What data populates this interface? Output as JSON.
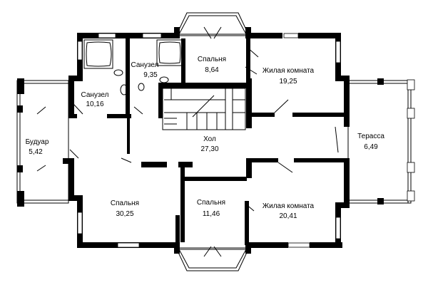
{
  "rooms": [
    {
      "id": "sanuzel-left",
      "name": "Санузел",
      "area": "10,16"
    },
    {
      "id": "sanuzel-mid",
      "name": "Санузел",
      "area": "9,35"
    },
    {
      "id": "bedroom-top",
      "name": "Спальня",
      "area": "8,64"
    },
    {
      "id": "living-top",
      "name": "Жилая комната",
      "area": "19,25"
    },
    {
      "id": "boudoir",
      "name": "Будуар",
      "area": "5,42"
    },
    {
      "id": "hall",
      "name": "Хол",
      "area": "27,30"
    },
    {
      "id": "terrace",
      "name": "Терасса",
      "area": "6,49"
    },
    {
      "id": "bedroom-big",
      "name": "Спальня",
      "area": "30,25"
    },
    {
      "id": "bedroom-bottom",
      "name": "Спальня",
      "area": "11,46"
    },
    {
      "id": "living-bottom",
      "name": "Жилая комната",
      "area": "20,41"
    }
  ]
}
